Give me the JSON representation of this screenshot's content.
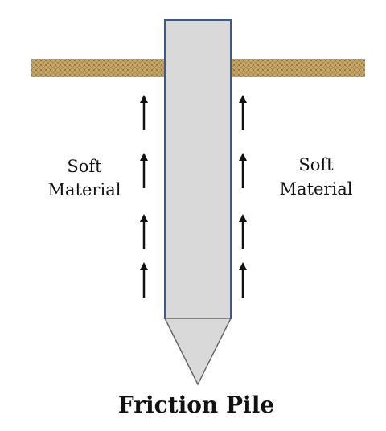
{
  "diagram": {
    "left_label": {
      "line1": "Soft",
      "line2": "Material"
    },
    "right_label": {
      "line1": "Soft",
      "line2": "Material"
    },
    "caption": "Friction Pile",
    "colors": {
      "ground": "#c9a86a",
      "ground_dark": "#9c7c46",
      "pile_fill": "#d9d9d9",
      "pile_stroke": "#3b5a86",
      "tip_fill": "#d9d9d9",
      "tip_stroke": "#666666",
      "arrow": "#111111"
    },
    "arrow_direction": "up",
    "arrows_per_side": 4
  }
}
